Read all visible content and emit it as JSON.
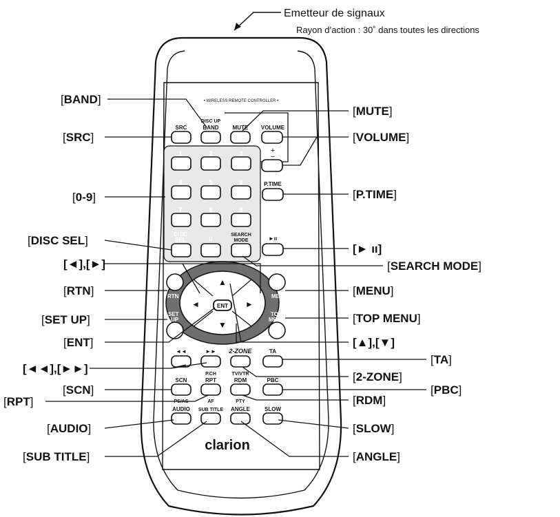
{
  "header": {
    "emitter_label": "Emetteur de signaux",
    "range_note": "Rayon d’action : 30˚ dans toutes les directions"
  },
  "remote": {
    "top_caption": "• WIRELESS REMOTE CONTROLLER •",
    "brand": "clarion",
    "buttons": {
      "src": "SRC",
      "disc_up": "DISC UP",
      "band": "BAND",
      "mute": "MUTE",
      "volume": "VOLUME",
      "plus": "+",
      "minus": "−",
      "n1": "1",
      "n2": "2",
      "n3": "3",
      "n4": "4",
      "n5": "5",
      "n6": "6",
      "n7": "7",
      "n8": "8",
      "n9": "9",
      "n0": "0",
      "ptime": "P.TIME",
      "disc_sel_1": "DISC",
      "disc_sel_2": "SEL",
      "search_mode_1": "SEARCH",
      "search_mode_2": "MODE",
      "play_pause": "►ıı",
      "rtn": "RTN",
      "menu": "MENU",
      "setup_1": "SET",
      "setup_2": "UP",
      "topmenu_1": "TOP",
      "topmenu_2": "MENU",
      "ent": "ENT",
      "up_arrow": "▲",
      "down_arrow": "▼",
      "left_arrow": "◄",
      "right_arrow": "►",
      "rew": "◄◄",
      "ff": "►►",
      "pch": "P.CH",
      "two_zone": "2-ZONE",
      "ta": "TA",
      "tvvtr": "TV/VTR",
      "scn": "SCN",
      "rpt": "RPT",
      "rdm": "RDM",
      "pbc": "PBC",
      "ps_as": "PS/AS",
      "af": "AF",
      "pty": "PTY",
      "audio": "AUDIO",
      "sub_title": "SUB TITLE",
      "angle": "ANGLE",
      "slow": "SLOW"
    }
  },
  "callouts": {
    "left": {
      "band": "BAND",
      "src": "SRC",
      "numbers": "0-9",
      "disc_sel": "DISC SEL",
      "left_right": "[◄],[►]",
      "rtn": "RTN",
      "set_up": "SET UP",
      "ent": "ENT",
      "rew_ff": "[◄◄],[►►]",
      "scn": "SCN",
      "rpt": "RPT",
      "audio": "AUDIO",
      "sub_title": "SUB TITLE"
    },
    "right": {
      "mute": "MUTE",
      "volume": "VOLUME",
      "ptime": "P.TIME",
      "play_pause": "[► ıı]",
      "search_mode": "SEARCH MODE",
      "menu": "MENU",
      "top_menu": "TOP MENU",
      "up_down": "[▲],[▼]",
      "ta": "TA",
      "two_zone": "2-ZONE",
      "pbc": "PBC",
      "rdm": "RDM",
      "slow": "SLOW",
      "angle": "ANGLE"
    }
  }
}
